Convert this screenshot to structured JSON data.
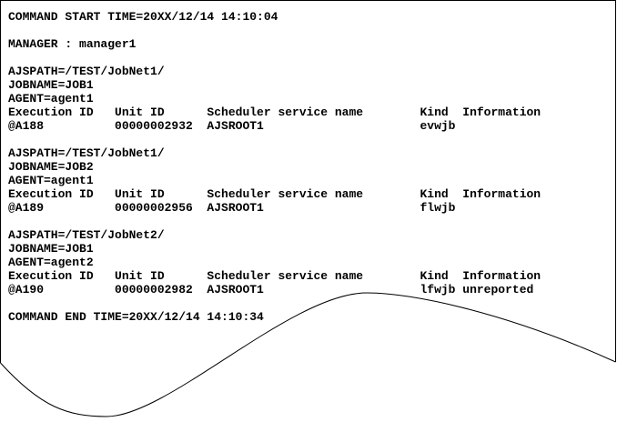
{
  "page": {
    "background_color": "#ffffff",
    "border_color": "#000000",
    "text_color": "#000000"
  },
  "console": {
    "command_start_line": "COMMAND START TIME=20XX/12/14 14:10:04",
    "manager_line": "MANAGER : manager1",
    "table_columns": [
      "Execution ID",
      "Unit ID",
      "Scheduler service name",
      "Kind",
      "Information"
    ],
    "column_char_offsets": [
      0,
      15,
      28,
      58,
      64
    ],
    "job_blocks": [
      {
        "ajspath_line": "AJSPATH=/TEST/JobNet1/",
        "jobname_line": "JOBNAME=JOB1",
        "agent_line": "AGENT=agent1",
        "row": {
          "execution_id": "@A188",
          "unit_id": "00000002932",
          "scheduler_service_name": "AJSROOT1",
          "kind": "evwjb",
          "information": ""
        }
      },
      {
        "ajspath_line": "AJSPATH=/TEST/JobNet1/",
        "jobname_line": "JOBNAME=JOB2",
        "agent_line": "AGENT=agent1",
        "row": {
          "execution_id": "@A189",
          "unit_id": "00000002956",
          "scheduler_service_name": "AJSROOT1",
          "kind": "flwjb",
          "information": ""
        }
      },
      {
        "ajspath_line": "AJSPATH=/TEST/JobNet2/",
        "jobname_line": "JOBNAME=JOB1",
        "agent_line": "AGENT=agent2",
        "row": {
          "execution_id": "@A190",
          "unit_id": "00000002982",
          "scheduler_service_name": "AJSROOT1",
          "kind": "lfwjb",
          "information": "unreported"
        }
      }
    ],
    "command_end_line": "COMMAND END TIME=20XX/12/14 14:10:34"
  }
}
